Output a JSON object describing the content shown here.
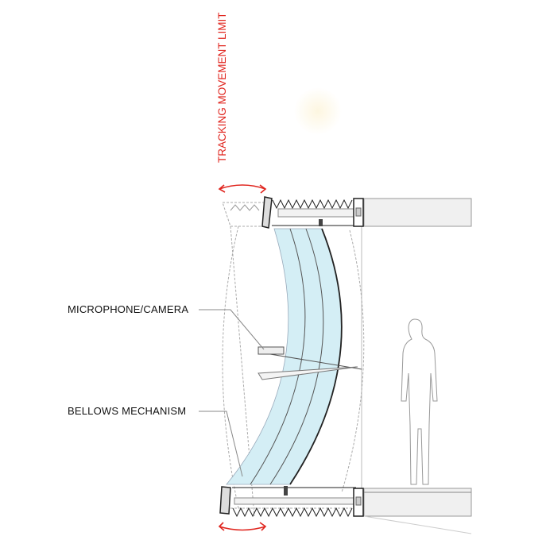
{
  "labels": {
    "tracking": "TRACKING MOVEMENT LIMIT",
    "microphone": "MICROPHONE/CAMERA",
    "bellows": "BELLOWS MECHANISM"
  },
  "colors": {
    "accent": "#e0261f",
    "glass": "#d4eef5",
    "line": "#444444"
  }
}
